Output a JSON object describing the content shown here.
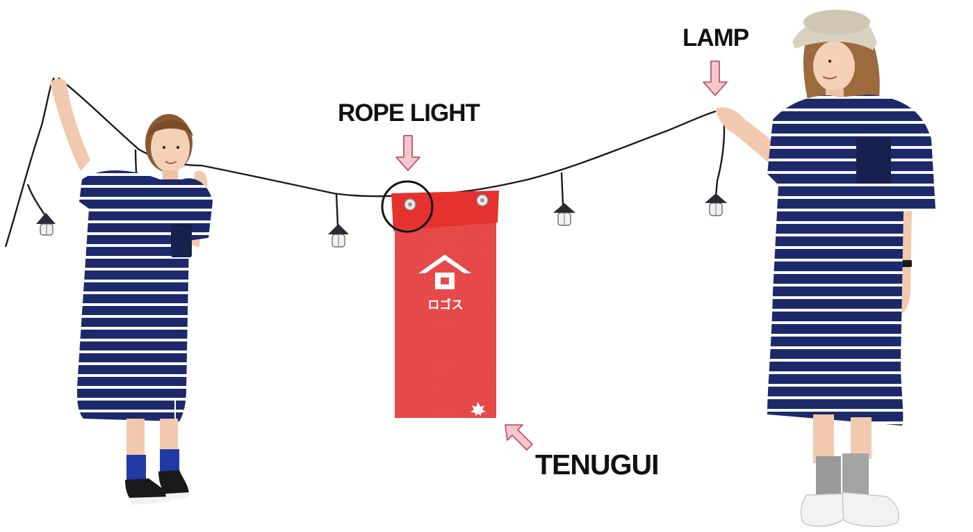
{
  "labels": {
    "rope_light": "ROPE LIGHT",
    "lamp": "LAMP",
    "tenugui": "TENUGUI"
  },
  "towel": {
    "brand_text": "ロゴス"
  },
  "colors": {
    "towel_red": "#e84b4b",
    "towel_top": "#e5322f",
    "dress_navy": "#1c2a6b",
    "arrow_pink": "#f6c6cf",
    "arrow_outline": "#c0546a",
    "cord": "#1a1a1a",
    "sock_blue": "#1f3aa6",
    "sock_grey": "#9a9a9a",
    "hat": "#d9d2c0",
    "sandal": "#f2f2f2"
  }
}
